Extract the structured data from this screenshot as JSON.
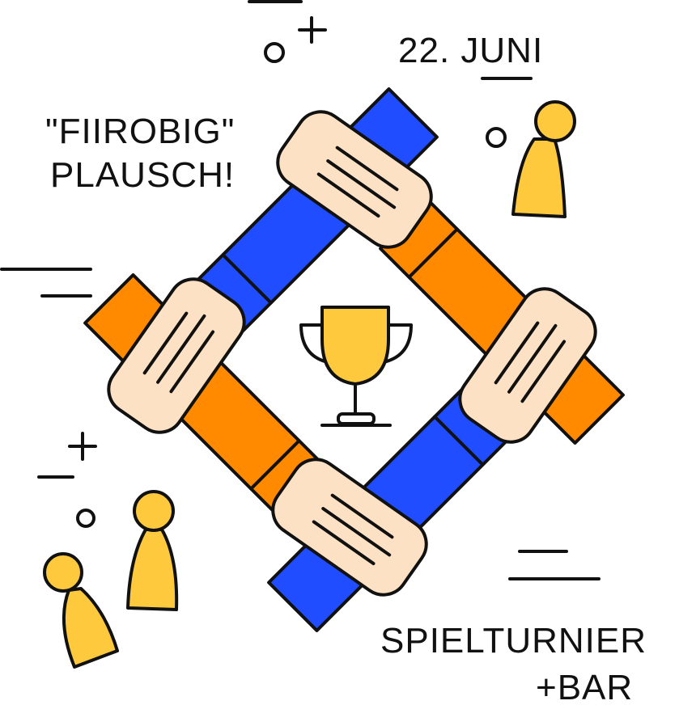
{
  "poster": {
    "date": "22. JUNI",
    "title_line1": "\"FIIROBIG\"",
    "title_line2": "PLAUSCH!",
    "subtitle_line1": "SPIELTURNIER",
    "subtitle_line2": "+BAR"
  },
  "colors": {
    "blue": "#1F4DFF",
    "orange": "#FF8A00",
    "skin": "#FDE1C4",
    "yellow": "#FFC93E",
    "outline": "#111111"
  },
  "icons": [
    "trophy-icon",
    "pawn-icon",
    "hands-together-icon",
    "plus-icon",
    "circle-icon"
  ]
}
